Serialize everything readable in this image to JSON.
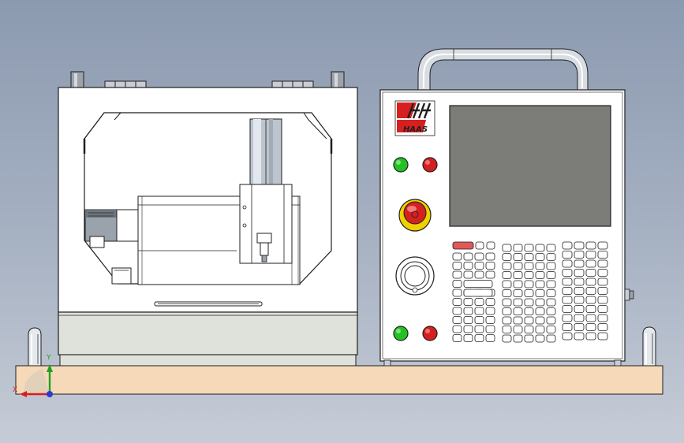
{
  "brand": {
    "logo_text": "HAAS"
  },
  "axes": {
    "x_label": "X",
    "y_label": "Y"
  },
  "colors": {
    "background_top": "#8c9ab0",
    "background_bottom": "#c6ccd7",
    "machine_body": "#ffffff",
    "outline": "#1f1f1f",
    "base_board": "#f6d9b8",
    "screen": "#7c7d78",
    "brand_red": "#d62020",
    "button_green": "#25c025",
    "button_red": "#d42020",
    "estop_yellow": "#f0d000",
    "handle": "#d8dde3",
    "key_fill": "#ffffff",
    "axis_x": "#d81e1e",
    "axis_y": "#1ea020",
    "axis_z": "#2a3ad8"
  },
  "icons": {
    "logo": "haas-logo-icon",
    "spindle": "spindle-icon",
    "motor": "motor-icon",
    "estop": "emergency-stop-icon",
    "jog_wheel": "jog-handwheel-icon",
    "triad": "coordinate-triad-icon"
  }
}
